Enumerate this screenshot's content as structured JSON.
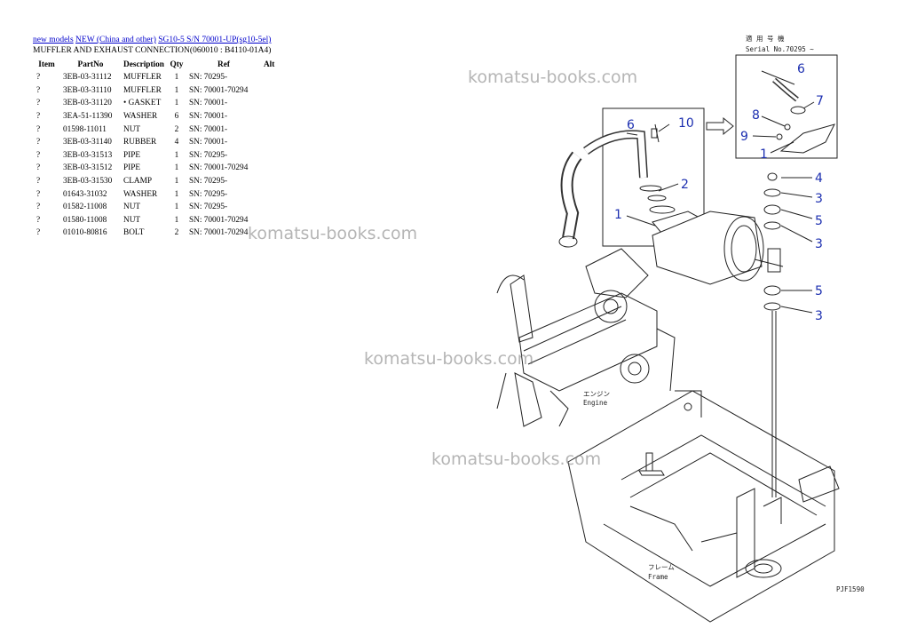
{
  "breadcrumb": {
    "link1": "new models",
    "link2": "NEW (China and other)",
    "link3": "SG10-5 S/N 70001-UP(sg10-5el)"
  },
  "page_title": "MUFFLER AND EXHAUST CONNECTION(060010 : B4110-01A4)",
  "table": {
    "headers": [
      "Item",
      "PartNo",
      "Description",
      "Qty",
      "Ref",
      "Alt"
    ],
    "rows": [
      {
        "item": "?",
        "part": "3EB-03-31112",
        "desc": "MUFFLER",
        "qty": "1",
        "ref": "SN: 70295-",
        "alt": ""
      },
      {
        "item": "?",
        "part": "3EB-03-31110",
        "desc": "MUFFLER",
        "qty": "1",
        "ref": "SN: 70001-70294",
        "alt": ""
      },
      {
        "item": "?",
        "part": "3EB-03-31120",
        "desc": "• GASKET",
        "qty": "1",
        "ref": "SN: 70001-",
        "alt": ""
      },
      {
        "item": "?",
        "part": "3EA-51-11390",
        "desc": "WASHER",
        "qty": "6",
        "ref": "SN: 70001-",
        "alt": ""
      },
      {
        "item": "?",
        "part": "01598-11011",
        "desc": "NUT",
        "qty": "2",
        "ref": "SN: 70001-",
        "alt": ""
      },
      {
        "item": "?",
        "part": "3EB-03-31140",
        "desc": "RUBBER",
        "qty": "4",
        "ref": "SN: 70001-",
        "alt": ""
      },
      {
        "item": "?",
        "part": "3EB-03-31513",
        "desc": "PIPE",
        "qty": "1",
        "ref": "SN: 70295-",
        "alt": ""
      },
      {
        "item": "?",
        "part": "3EB-03-31512",
        "desc": "PIPE",
        "qty": "1",
        "ref": "SN: 70001-70294",
        "alt": ""
      },
      {
        "item": "?",
        "part": "3EB-03-31530",
        "desc": "CLAMP",
        "qty": "1",
        "ref": "SN: 70295-",
        "alt": ""
      },
      {
        "item": "?",
        "part": "01643-31032",
        "desc": "WASHER",
        "qty": "1",
        "ref": "SN: 70295-",
        "alt": ""
      },
      {
        "item": "?",
        "part": "01582-11008",
        "desc": "NUT",
        "qty": "1",
        "ref": "SN: 70295-",
        "alt": ""
      },
      {
        "item": "?",
        "part": "01580-11008",
        "desc": "NUT",
        "qty": "1",
        "ref": "SN: 70001-70294",
        "alt": ""
      },
      {
        "item": "?",
        "part": "01010-80816",
        "desc": "BOLT",
        "qty": "2",
        "ref": "SN: 70001-70294",
        "alt": ""
      }
    ]
  },
  "watermark": "komatsu-books.com",
  "diagram": {
    "serial_jp": "適 用 号 機",
    "serial_text": "Serial No.70295 ~",
    "engine_jp": "エンジン",
    "engine_label": "Engine",
    "frame_jp": "フレーム",
    "frame_label": "Frame",
    "figure_code": "PJF1590",
    "callouts": {
      "c1": "1",
      "c2": "2",
      "c3": "3",
      "c4": "4",
      "c5": "5",
      "c6": "6",
      "c7": "7",
      "c8": "8",
      "c9": "9",
      "c10": "10"
    }
  }
}
